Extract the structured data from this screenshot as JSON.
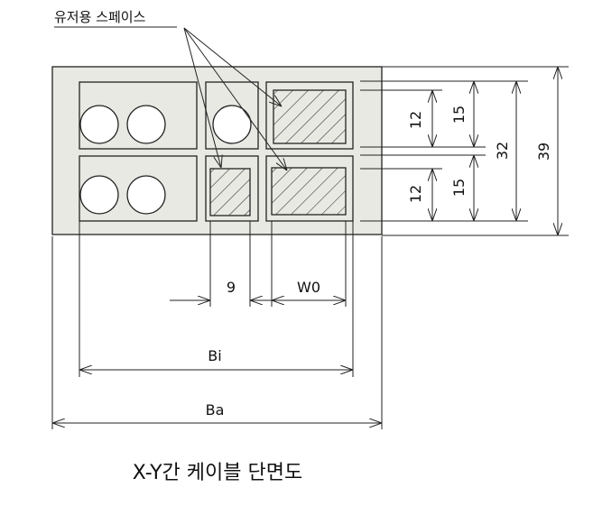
{
  "diagram": {
    "callout_label": "유저용 스페이스",
    "caption": "X-Y간 케이블 단면도",
    "dimensions": {
      "row_height_left": "12",
      "row_height_right": "15",
      "inner_height": "32",
      "outer_height": "39",
      "small_width": "9",
      "slot_width": "W0",
      "inner_width": "Bi",
      "outer_width": "Ba"
    },
    "colors": {
      "housing_fill": "#e9e9e3",
      "line": "#222222"
    }
  }
}
